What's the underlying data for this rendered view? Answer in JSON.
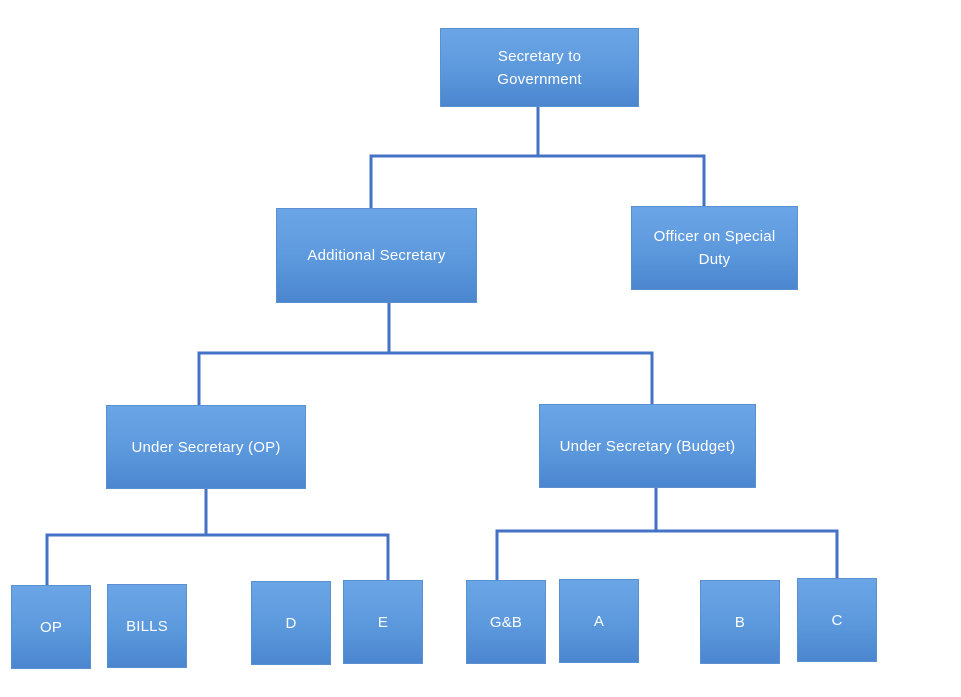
{
  "org_chart": {
    "line_color": "#4472c4",
    "box_color": "#5b9bd5",
    "text_color": "#ffffff",
    "nodes": {
      "secretary": "Secretary to Government",
      "additional_secretary": "Additional Secretary",
      "officer_special_duty": "Officer on Special Duty",
      "under_secretary_op": "Under Secretary (OP)",
      "under_secretary_budget": "Under Secretary (Budget)",
      "op": "OP",
      "bills": "BILLS",
      "d": "D",
      "e": "E",
      "gb": "G&B",
      "a": "A",
      "b": "B",
      "c": "C"
    }
  }
}
